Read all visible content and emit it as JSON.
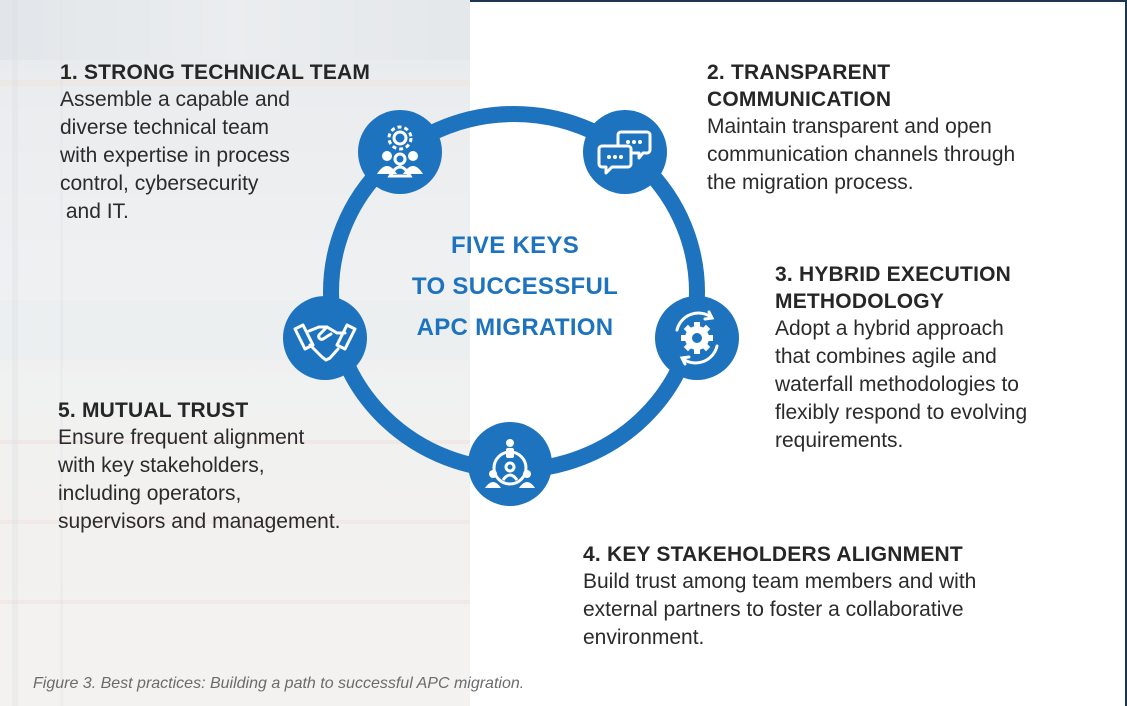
{
  "diagram": {
    "center_title": [
      "FIVE KEYS",
      "TO SUCCESSFUL",
      "APC MIGRATION"
    ],
    "keys": [
      {
        "title": [
          "1. STRONG TECHNICAL TEAM"
        ],
        "body": [
          "Assemble a capable and",
          "diverse technical team",
          "with expertise in process",
          "control, cybersecurity",
          " and IT."
        ],
        "icon": "team-gear-icon"
      },
      {
        "title": [
          "2. TRANSPARENT",
          "COMMUNICATION"
        ],
        "body": [
          "Maintain transparent and open",
          "communication channels through",
          "the migration process."
        ],
        "icon": "chat-bubbles-icon"
      },
      {
        "title": [
          "3. HYBRID EXECUTION",
          "METHODOLOGY"
        ],
        "body": [
          "Adopt a hybrid approach",
          "that combines agile and",
          "waterfall methodologies to",
          "flexibly respond to evolving",
          "requirements."
        ],
        "icon": "gear-cycle-icon"
      },
      {
        "title": [
          "4. KEY STAKEHOLDERS ALIGNMENT"
        ],
        "body": [
          "Build trust among team members and with",
          "external partners to foster a collaborative",
          "environment."
        ],
        "icon": "stakeholders-network-icon"
      },
      {
        "title": [
          "5. MUTUAL TRUST"
        ],
        "body": [
          "Ensure frequent alignment",
          "with key stakeholders,",
          "including operators,",
          "supervisors and management."
        ],
        "icon": "handshake-icon"
      }
    ],
    "accent_color": "#1e73be",
    "text_color": "#2b2b2b"
  },
  "caption": "Figure 3. Best practices: Building a path to successful APC migration."
}
